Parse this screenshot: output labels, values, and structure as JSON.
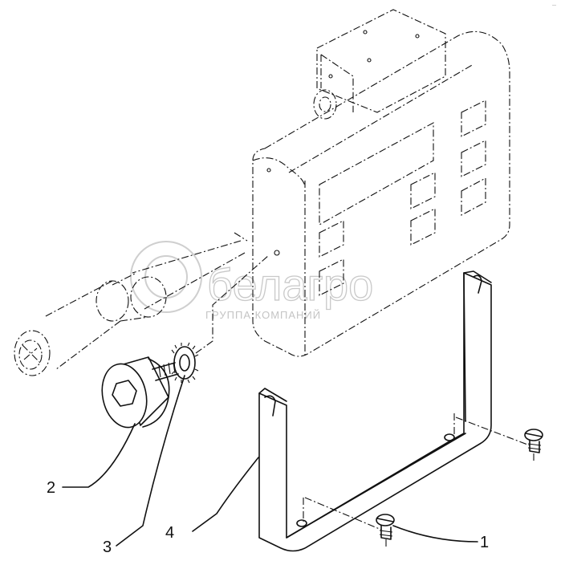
{
  "watermark": {
    "brand": "белагро",
    "subtitle": "ГРУППА КОМПАНИЙ"
  },
  "callouts": [
    {
      "id": "1",
      "label": "1"
    },
    {
      "id": "2",
      "label": "2"
    },
    {
      "id": "3",
      "label": "3"
    },
    {
      "id": "4",
      "label": "4"
    }
  ],
  "corner_mark": "—"
}
